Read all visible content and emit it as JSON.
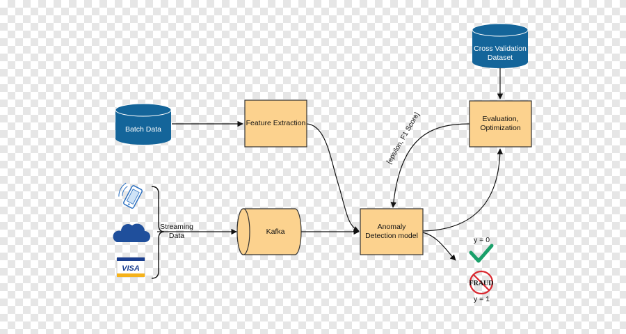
{
  "colors": {
    "box_fill": "#fcd28e",
    "box_stroke": "#333333",
    "cylinder_fill": "#14659a",
    "check_green": "#1aa06a",
    "fraud_red": "#d9262e",
    "visa_blue": "#1a3e8f",
    "visa_gold": "#f5b21b"
  },
  "nodes": {
    "batch_data": "Batch Data",
    "cross_validation": "Cross Validation\nDataset",
    "feature_extraction": "Feature Extraction",
    "evaluation": "Evaluation,\nOptimization",
    "kafka": "Kafka",
    "anomaly_model": "Anomaly\nDetection model",
    "streaming_data": "Streaming\nData"
  },
  "edge_labels": {
    "feedback": "[epsilon, F1 Score]"
  },
  "outputs": {
    "normal": "y = 0",
    "fraud": "y = 1",
    "fraud_stamp": "FRAUD"
  },
  "icons": [
    "mobile-phone-icon",
    "cloud-icon",
    "visa-card-icon",
    "check-icon",
    "fraud-stamp-icon"
  ],
  "visa_text": "VISA"
}
